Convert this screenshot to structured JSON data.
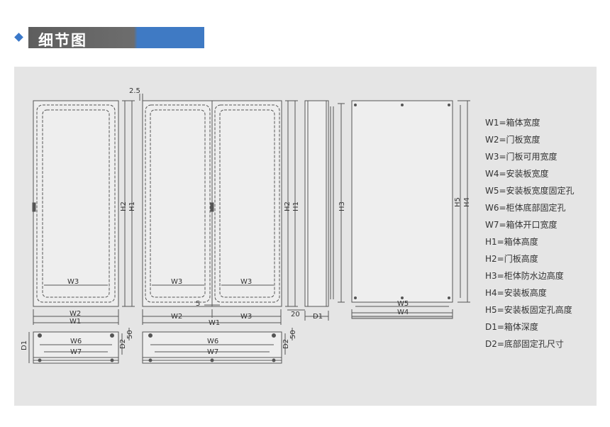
{
  "header": {
    "title": "细节图",
    "accent_color": "#3f7ac4",
    "bar_color": "#666666"
  },
  "labels": {
    "thickness": "2.5",
    "w1": "W1",
    "w2": "W2",
    "w3": "W3",
    "w4": "W4",
    "w5": "W5",
    "w6": "W6",
    "w7": "W7",
    "h1": "H1",
    "h2": "H2",
    "h3": "H3",
    "h4": "H4",
    "h5": "H5",
    "d1": "D1",
    "d2": "D2",
    "gap": "5",
    "side": "20",
    "base": "50"
  },
  "legend": [
    "W1=箱体宽度",
    "W2=门板宽度",
    "W3=门板可用宽度",
    "W4=安装板宽度",
    "W5=安装板宽度固定孔",
    "W6=柜体底部固定孔",
    "W7=箱体开口宽度",
    "H1=箱体高度",
    "H2=门板高度",
    "H3=柜体防水边高度",
    "H4=安装板高度",
    "H5=安装板固定孔高度",
    "D1=箱体深度",
    "D2=底部固定孔尺寸"
  ]
}
